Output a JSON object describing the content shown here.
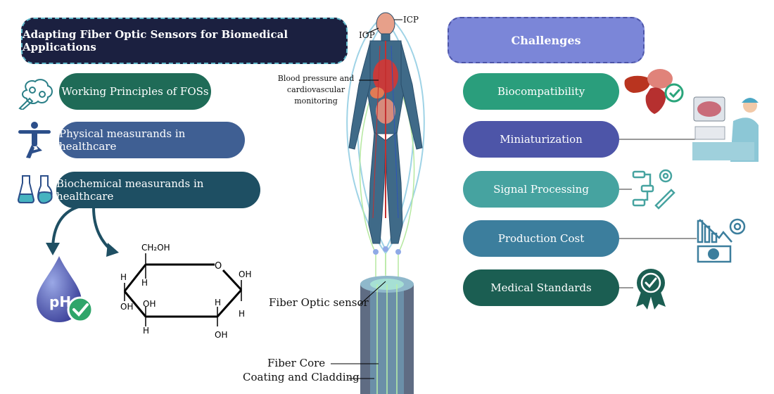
{
  "left": {
    "title": "Adapting Fiber Optic Sensors for Biomedical Applications",
    "items": [
      {
        "label": "Working Principles of FOSs",
        "icon": "brain-gears-icon",
        "color": "#1f6b57"
      },
      {
        "label": "Physical measurands in healthcare",
        "icon": "yoga-person-icon",
        "color": "#3f5f93"
      },
      {
        "label": "Biochemical measurands in healthcare",
        "icon": "chemistry-flasks-icon",
        "color": "#1e4f63"
      }
    ],
    "ph_label": "pH",
    "molecule": {
      "top": "CH₂OH",
      "ring_o": "O",
      "oh": "OH",
      "h": "H"
    }
  },
  "center": {
    "labels": {
      "icp": "ICP",
      "iop": "IOP",
      "bp": "Blood pressure and cardiovascular monitoring",
      "sensor": "Fiber Optic sensor",
      "core": "Fiber Core",
      "coating": "Coating and Cladding"
    }
  },
  "right": {
    "title": "Challenges",
    "items": [
      {
        "label": "Biocompatibility",
        "icon": "organs-check-icon",
        "color": "#2a9e7c"
      },
      {
        "label": "Miniaturization",
        "icon": "surgeon-monitor-icon",
        "color": "#4d55a8"
      },
      {
        "label": "Signal Processing",
        "icon": "flowchart-gear-icon",
        "color": "#46a3a0"
      },
      {
        "label": "Production Cost",
        "icon": "cost-chart-icon",
        "color": "#3c7e9d"
      },
      {
        "label": "Medical Standards",
        "icon": "award-badge-icon",
        "color": "#1b5e52"
      }
    ]
  },
  "colors": {
    "title_left_bg": "#1b2040",
    "title_left_border": "#5fb7c9",
    "title_right_bg": "#7b86d8",
    "title_right_border": "#4d55a8",
    "icon_teal": "#2a7f87",
    "icon_blue": "#2c4f8a"
  }
}
